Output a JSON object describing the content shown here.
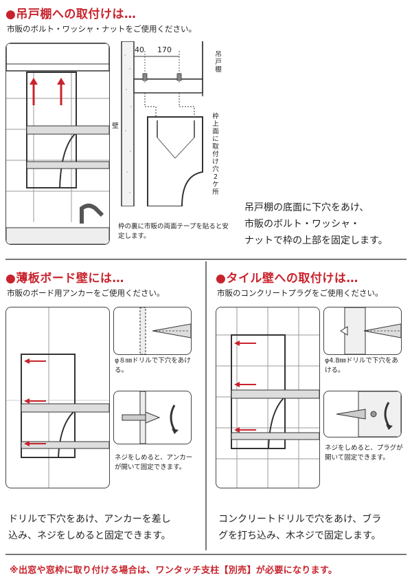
{
  "section1": {
    "title": "●吊戸棚への取付けは…",
    "subtitle": "市販のボルト・ワッシャ・ナットをご使用ください。",
    "dim_40": "40",
    "dim_170": "170",
    "label_cabinet": "吊戸棚",
    "label_wall": "壁",
    "label_holes": "枠上面に取付け穴2ケ所",
    "tape_note": "枠の裏に市販の両面テープを貼ると安定します。",
    "body": [
      "吊戸棚の底面に下穴をあけ、",
      "市販のボルト・ワッシャ・",
      "ナットで枠の上部を固定します。"
    ]
  },
  "section2": {
    "title": "●薄板ボード壁には…",
    "subtitle": "市販のボード用アンカーをご使用ください。",
    "drill_caption": "φ８㎜ドリルで下穴をあける。",
    "anchor_caption": "ネジをしめると、アンカーが開いて固定できます。",
    "body": [
      "ドリルで下穴をあけ、アンカーを差し",
      "込み、ネジをしめると固定できます。"
    ]
  },
  "section3": {
    "title": "●タイル壁への取付けは…",
    "subtitle": "市販のコンクリートプラグをご使用ください。",
    "drill_caption": "φ4.8㎜ドリルで下穴をあける。",
    "plug_caption": "ネジをしめると、プラグが開いて固定できます。",
    "body": [
      "コンクリートドリルで穴をあけ、ブラ",
      "グを打ち込み、木ネジで固定します。"
    ]
  },
  "footer_note": "※出窓や窓枠に取り付ける場合は、ワンタッチ支柱【別売】が必要になります。",
  "colors": {
    "accent": "#c8232c",
    "line": "#333333",
    "tile_line": "#999999"
  }
}
